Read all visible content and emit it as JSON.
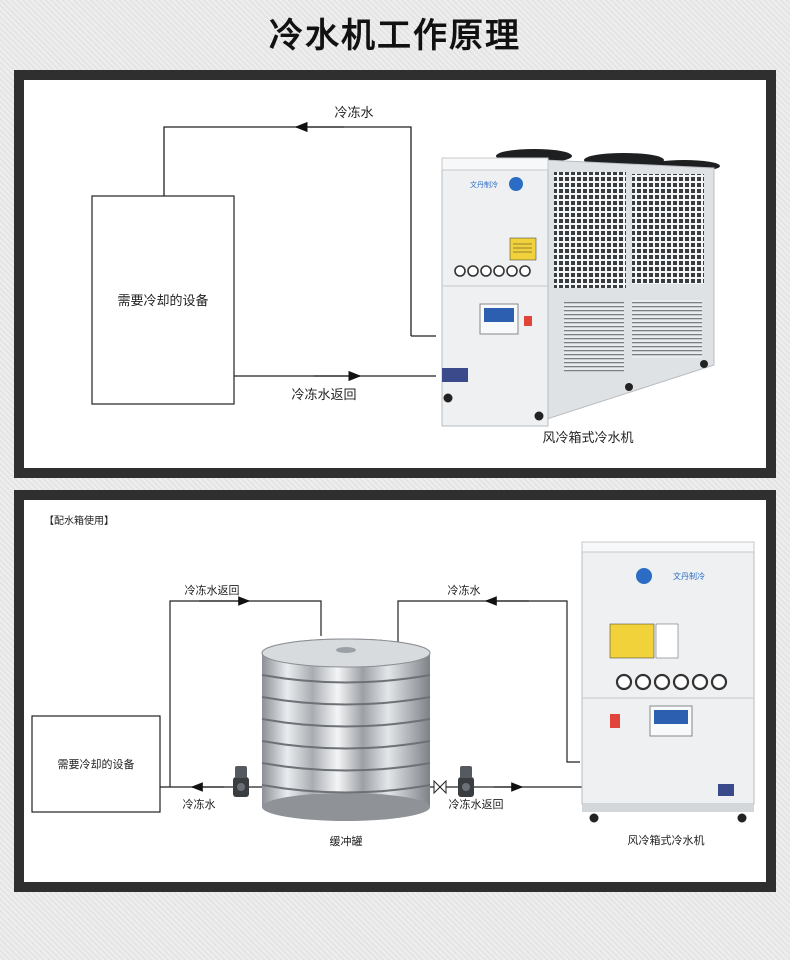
{
  "title": "冷水机工作原理",
  "panel1": {
    "device_label": "需要冷却的设备",
    "chilled_water": "冷冻水",
    "chilled_water_return": "冷冻水返回",
    "chiller_caption": "风冷箱式冷水机",
    "brand_text": "文丹制冷"
  },
  "panel2": {
    "tag": "【配水箱使用】",
    "device_label": "需要冷却的设备",
    "return_top": "冷冻水返回",
    "chilled_top": "冷冻水",
    "chilled_left": "冷冻水",
    "return_right": "冷冻水返回",
    "tank_label": "缓冲罐",
    "chiller_caption": "风冷箱式冷水机",
    "brand_text": "文丹制冷"
  },
  "colors": {
    "frame": "#2f2f2f",
    "cabinet": "#eef0f2",
    "logo_blue": "#2b6cc4"
  }
}
